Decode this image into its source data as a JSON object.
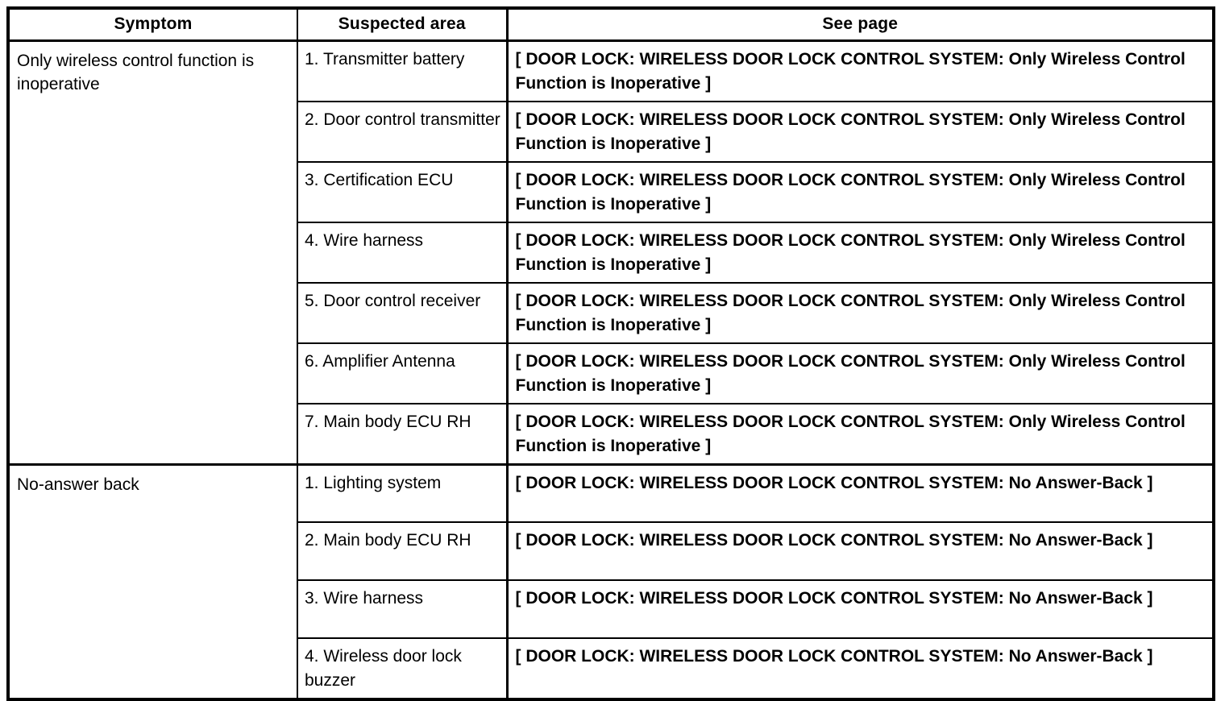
{
  "table": {
    "headers": {
      "symptom": "Symptom",
      "suspected_area": "Suspected area",
      "see_page": "See page"
    },
    "sections": [
      {
        "symptom": "Only wireless control function is inoperative",
        "rows": [
          {
            "suspected_area": "1. Transmitter battery",
            "see_page": "[ DOOR LOCK: WIRELESS DOOR LOCK CONTROL SYSTEM: Only Wireless Control Function is Inoperative ]"
          },
          {
            "suspected_area": "2. Door control transmitter",
            "see_page": "[ DOOR LOCK: WIRELESS DOOR LOCK CONTROL SYSTEM: Only Wireless Control Function is Inoperative ]"
          },
          {
            "suspected_area": "3. Certification ECU",
            "see_page": "[ DOOR LOCK: WIRELESS DOOR LOCK CONTROL SYSTEM: Only Wireless Control Function is Inoperative ]"
          },
          {
            "suspected_area": "4. Wire harness",
            "see_page": "[ DOOR LOCK: WIRELESS DOOR LOCK CONTROL SYSTEM: Only Wireless Control Function is Inoperative ]"
          },
          {
            "suspected_area": "5. Door control receiver",
            "see_page": "[ DOOR LOCK: WIRELESS DOOR LOCK CONTROL SYSTEM: Only Wireless Control Function is Inoperative ]"
          },
          {
            "suspected_area": "6. Amplifier Antenna",
            "see_page": "[ DOOR LOCK: WIRELESS DOOR LOCK CONTROL SYSTEM: Only Wireless Control Function is Inoperative ]"
          },
          {
            "suspected_area": "7. Main body ECU RH",
            "see_page": "[ DOOR LOCK: WIRELESS DOOR LOCK CONTROL SYSTEM: Only Wireless Control Function is Inoperative ]"
          }
        ]
      },
      {
        "symptom": "No-answer back",
        "rows": [
          {
            "suspected_area": "1. Lighting system",
            "see_page": "[ DOOR LOCK: WIRELESS DOOR LOCK CONTROL SYSTEM: No Answer-Back ]"
          },
          {
            "suspected_area": "2. Main body ECU RH",
            "see_page": "[ DOOR LOCK: WIRELESS DOOR LOCK CONTROL SYSTEM: No Answer-Back ]"
          },
          {
            "suspected_area": "3. Wire harness",
            "see_page": "[ DOOR LOCK: WIRELESS DOOR LOCK CONTROL SYSTEM: No Answer-Back ]"
          },
          {
            "suspected_area": "4. Wireless door lock buzzer",
            "see_page": "[ DOOR LOCK: WIRELESS DOOR LOCK CONTROL SYSTEM: No Answer-Back ]"
          }
        ]
      }
    ]
  },
  "colors": {
    "border": "#000000",
    "background": "#ffffff",
    "text": "#000000"
  }
}
